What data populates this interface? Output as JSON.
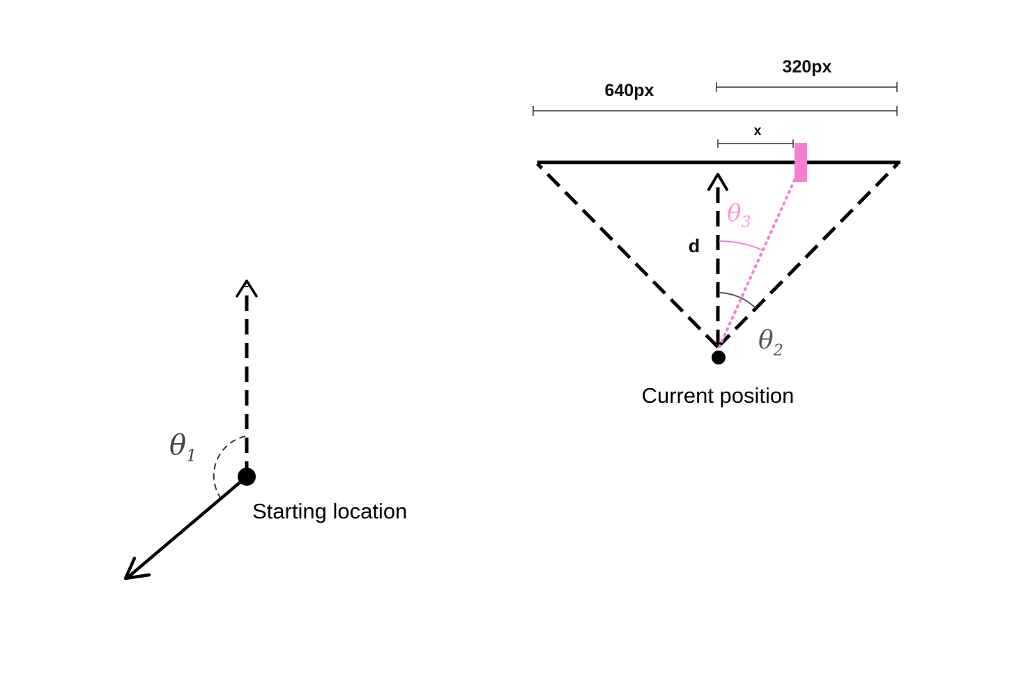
{
  "starting_panel": {
    "label": "Starting location",
    "angle_label": "θ",
    "angle_subscript": "1"
  },
  "camera_panel": {
    "label": "Current position",
    "width_label": "640px",
    "half_width_label": "320px",
    "offset_label": "x",
    "distance_label": "d",
    "angle2_label": "θ",
    "angle2_subscript": "2",
    "angle3_label": "θ",
    "angle3_subscript": "3"
  },
  "colors": {
    "stroke": "#000000",
    "target": "#f47fd4",
    "angle_arc": "#555555"
  }
}
